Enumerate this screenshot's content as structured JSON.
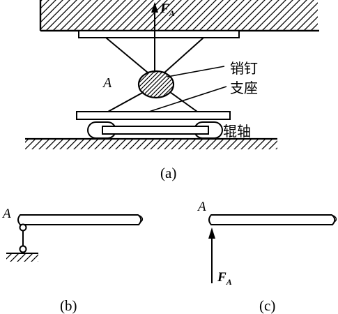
{
  "labels": {
    "force": "F",
    "force_subscript": "A",
    "pin_label": "A",
    "pin": "销钉",
    "support": "支座",
    "roller": "辊轴",
    "caption_a": "(a)",
    "caption_b": "(b)",
    "caption_c": "(c)",
    "b_point": "A",
    "c_point": "A",
    "c_force": "F",
    "c_force_subscript": "A"
  },
  "colors": {
    "ink": "#000000",
    "paper": "#ffffff"
  }
}
